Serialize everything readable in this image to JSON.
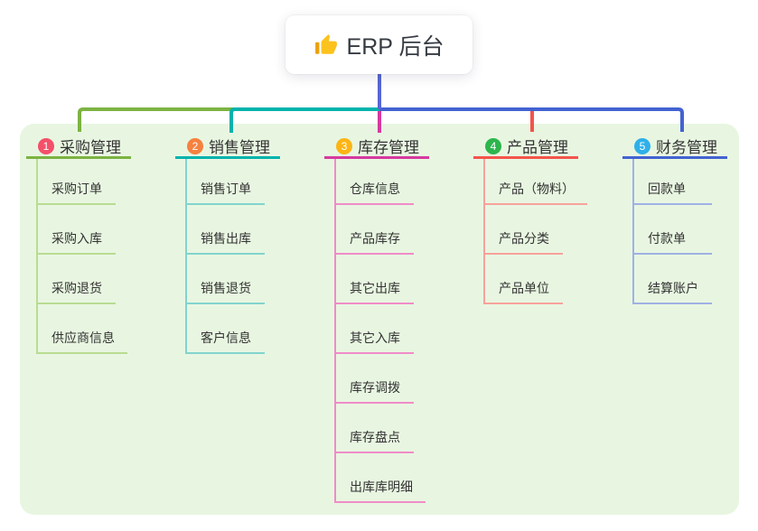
{
  "root": {
    "label": "ERP 后台",
    "icon": "thumbs-up-icon",
    "stem_color": "#5766d4",
    "card_bg": "#ffffff",
    "text_color": "#363b42"
  },
  "canvas": {
    "page_bg": "#ffffff",
    "panel_bg": "#e8f6e1"
  },
  "branches": [
    {
      "badge": "1",
      "label": "采购管理",
      "badge_color": "#f4506a",
      "line_color": "#7cb342",
      "child_line_color": "#b9dc92",
      "children": [
        "采购订单",
        "采购入库",
        "采购退货",
        "供应商信息"
      ]
    },
    {
      "badge": "2",
      "label": "销售管理",
      "badge_color": "#f6813f",
      "line_color": "#00b3ad",
      "child_line_color": "#82d4ce",
      "children": [
        "销售订单",
        "销售出库",
        "销售退货",
        "客户信息"
      ]
    },
    {
      "badge": "3",
      "label": "库存管理",
      "badge_color": "#fcb515",
      "line_color": "#d6399f",
      "child_line_color": "#f08cc8",
      "children": [
        "仓库信息",
        "产品库存",
        "其它出库",
        "其它入库",
        "库存调拨",
        "库存盘点",
        "出库库明细"
      ]
    },
    {
      "badge": "4",
      "label": "产品管理",
      "badge_color": "#2db54d",
      "line_color": "#f4544c",
      "child_line_color": "#f8a29b",
      "children": [
        "产品（物料）",
        "产品分类",
        "产品单位"
      ]
    },
    {
      "badge": "5",
      "label": "财务管理",
      "badge_color": "#2fb0e8",
      "line_color": "#4363d2",
      "child_line_color": "#9fb1e4",
      "children": [
        "回款单",
        "付款单",
        "结算账户"
      ]
    }
  ]
}
